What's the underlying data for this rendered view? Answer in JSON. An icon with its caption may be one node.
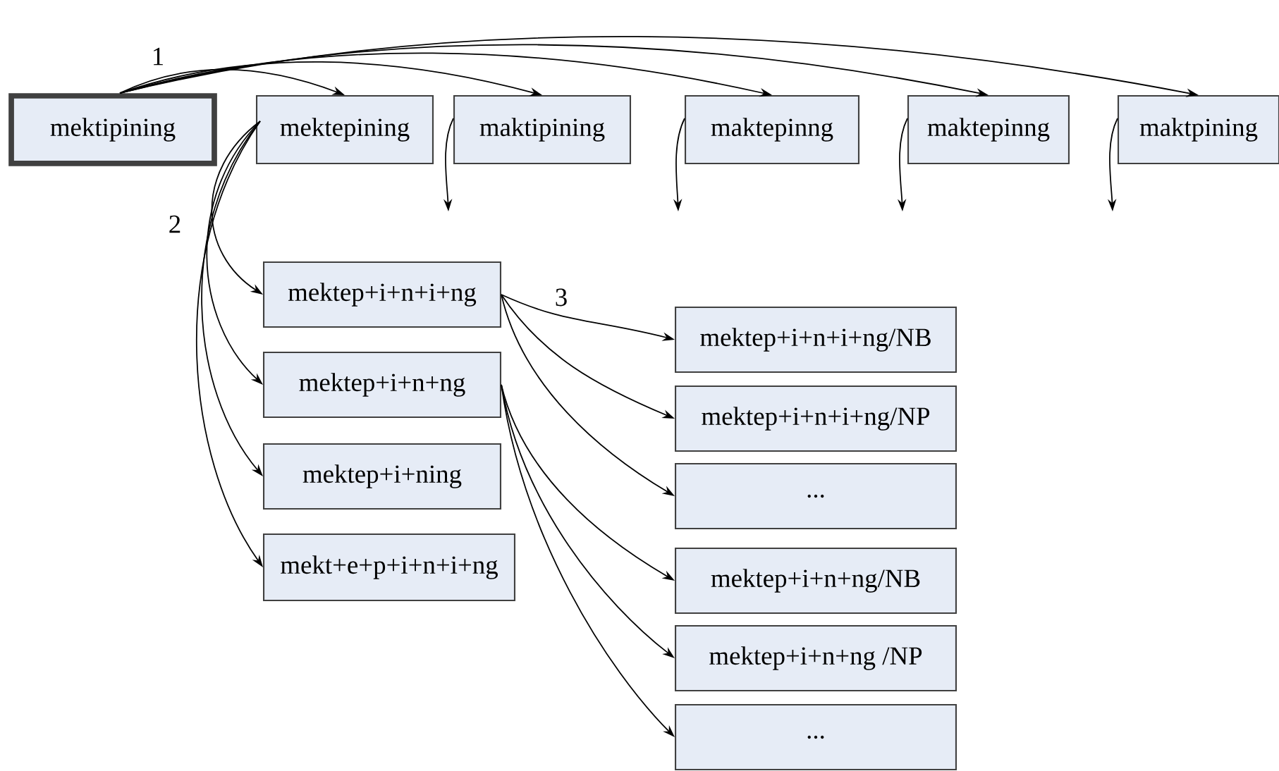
{
  "diagram": {
    "nodes": [
      {
        "text": [
          "mektipining"
        ]
      },
      {
        "text": [
          "mektepining"
        ]
      },
      {
        "text": [
          "maktipining"
        ]
      },
      {
        "text": [
          "maktepinng"
        ]
      },
      {
        "text": [
          "maktepinng"
        ]
      },
      {
        "text": [
          "maktpining"
        ]
      },
      {
        "text": [
          "mektep+i+n+i+ng"
        ]
      },
      {
        "text": [
          "mektep+i+n+ng"
        ]
      },
      {
        "text": [
          "mektep+i+ning"
        ]
      },
      {
        "text": [
          "mekt+e+p+i+n+i+ng"
        ]
      },
      {
        "text": [
          "mektep+i+n+i+ng/NB"
        ]
      },
      {
        "text": [
          "mektep+i+n+i+ng/NP"
        ]
      },
      {
        "text": [
          "..."
        ]
      },
      {
        "text": [
          "mektep+i+n+ng/NB"
        ]
      },
      {
        "text": [
          "mektep+i+n+ng /NP"
        ]
      },
      {
        "text": [
          "..."
        ]
      }
    ],
    "edges": [
      {
        "from": 0,
        "to": 1,
        "arrow": "to"
      },
      {
        "from": 0,
        "to": 2,
        "arrow": "to"
      },
      {
        "from": 0,
        "to": 3,
        "arrow": "to"
      },
      {
        "from": 0,
        "to": 4,
        "arrow": "to"
      },
      {
        "from": 0,
        "to": 5,
        "arrow": "to"
      },
      {
        "from": 1,
        "to": 6,
        "arrow": "to"
      },
      {
        "from": 1,
        "to": 7,
        "arrow": "to"
      },
      {
        "from": 1,
        "to": 8,
        "arrow": "to"
      },
      {
        "from": 1,
        "to": 9,
        "arrow": "to"
      },
      {
        "from": 6,
        "to": 10,
        "arrow": "to"
      },
      {
        "from": 6,
        "to": 11,
        "arrow": "to"
      },
      {
        "from": 6,
        "to": 12,
        "arrow": "to"
      },
      {
        "from": 7,
        "to": 13,
        "arrow": "to"
      },
      {
        "from": 7,
        "to": 14,
        "arrow": "to"
      },
      {
        "from": 7,
        "to": 15,
        "arrow": "to"
      },
      {
        "from": 2,
        "to": null,
        "arrow": "to"
      },
      {
        "from": 3,
        "to": null,
        "arrow": "to"
      },
      {
        "from": 4,
        "to": null,
        "arrow": "to"
      },
      {
        "from": 5,
        "to": null,
        "arrow": "to"
      }
    ],
    "labels": [
      "1",
      "2",
      "3"
    ]
  }
}
